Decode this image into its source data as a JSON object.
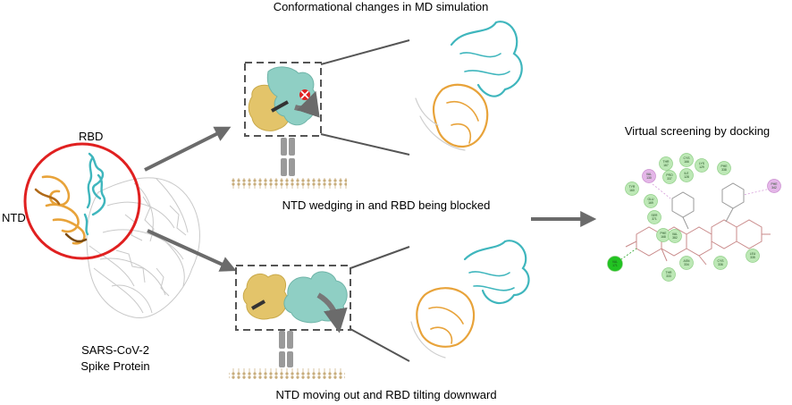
{
  "title": "Conformational changes in MD simulation",
  "protein_labels": {
    "rbd": "RBD",
    "ntd": "NTD",
    "name_line1": "SARS-CoV-2",
    "name_line2": "Spike Protein"
  },
  "scenarios": {
    "top_caption": "NTD wedging in and RBD being blocked",
    "bottom_caption": "NTD moving out and RBD tilting downward"
  },
  "docking": {
    "title": "Virtual screening by docking",
    "residues": [
      {
        "label": "THR 167",
        "kind": "vdw"
      },
      {
        "label": "CYS 166",
        "kind": "vdw"
      },
      {
        "label": "VAL 130",
        "kind": "pi"
      },
      {
        "label": "PRO 337",
        "kind": "vdw"
      },
      {
        "label": "ILE 128",
        "kind": "vdw"
      },
      {
        "label": "LYS 129",
        "kind": "vdw"
      },
      {
        "label": "PHE 338",
        "kind": "vdw"
      },
      {
        "label": "PHE 342",
        "kind": "pi"
      },
      {
        "label": "TYR 160",
        "kind": "vdw"
      },
      {
        "label": "GLU 169",
        "kind": "vdw"
      },
      {
        "label": "SER 371",
        "kind": "vdw"
      },
      {
        "label": "PHE 168",
        "kind": "vdw"
      },
      {
        "label": "VAL 382",
        "kind": "vdw"
      },
      {
        "label": "VAL 171",
        "kind": "hbond"
      },
      {
        "label": "ASN 334",
        "kind": "vdw"
      },
      {
        "label": "THR 333",
        "kind": "vdw"
      },
      {
        "label": "CYS 336",
        "kind": "vdw"
      },
      {
        "label": "LEU 335",
        "kind": "vdw"
      }
    ]
  },
  "colors": {
    "ntd": "#e8a33a",
    "rbd": "#3fb6bd",
    "circle": "#e02020",
    "arrow": "#6b6b6b",
    "blob_ntd": "#e3c46a",
    "blob_rbd": "#8fcfc4",
    "hbond": "#22c322",
    "vdw": "#bde8b6",
    "pi": "#e4b6e8"
  }
}
